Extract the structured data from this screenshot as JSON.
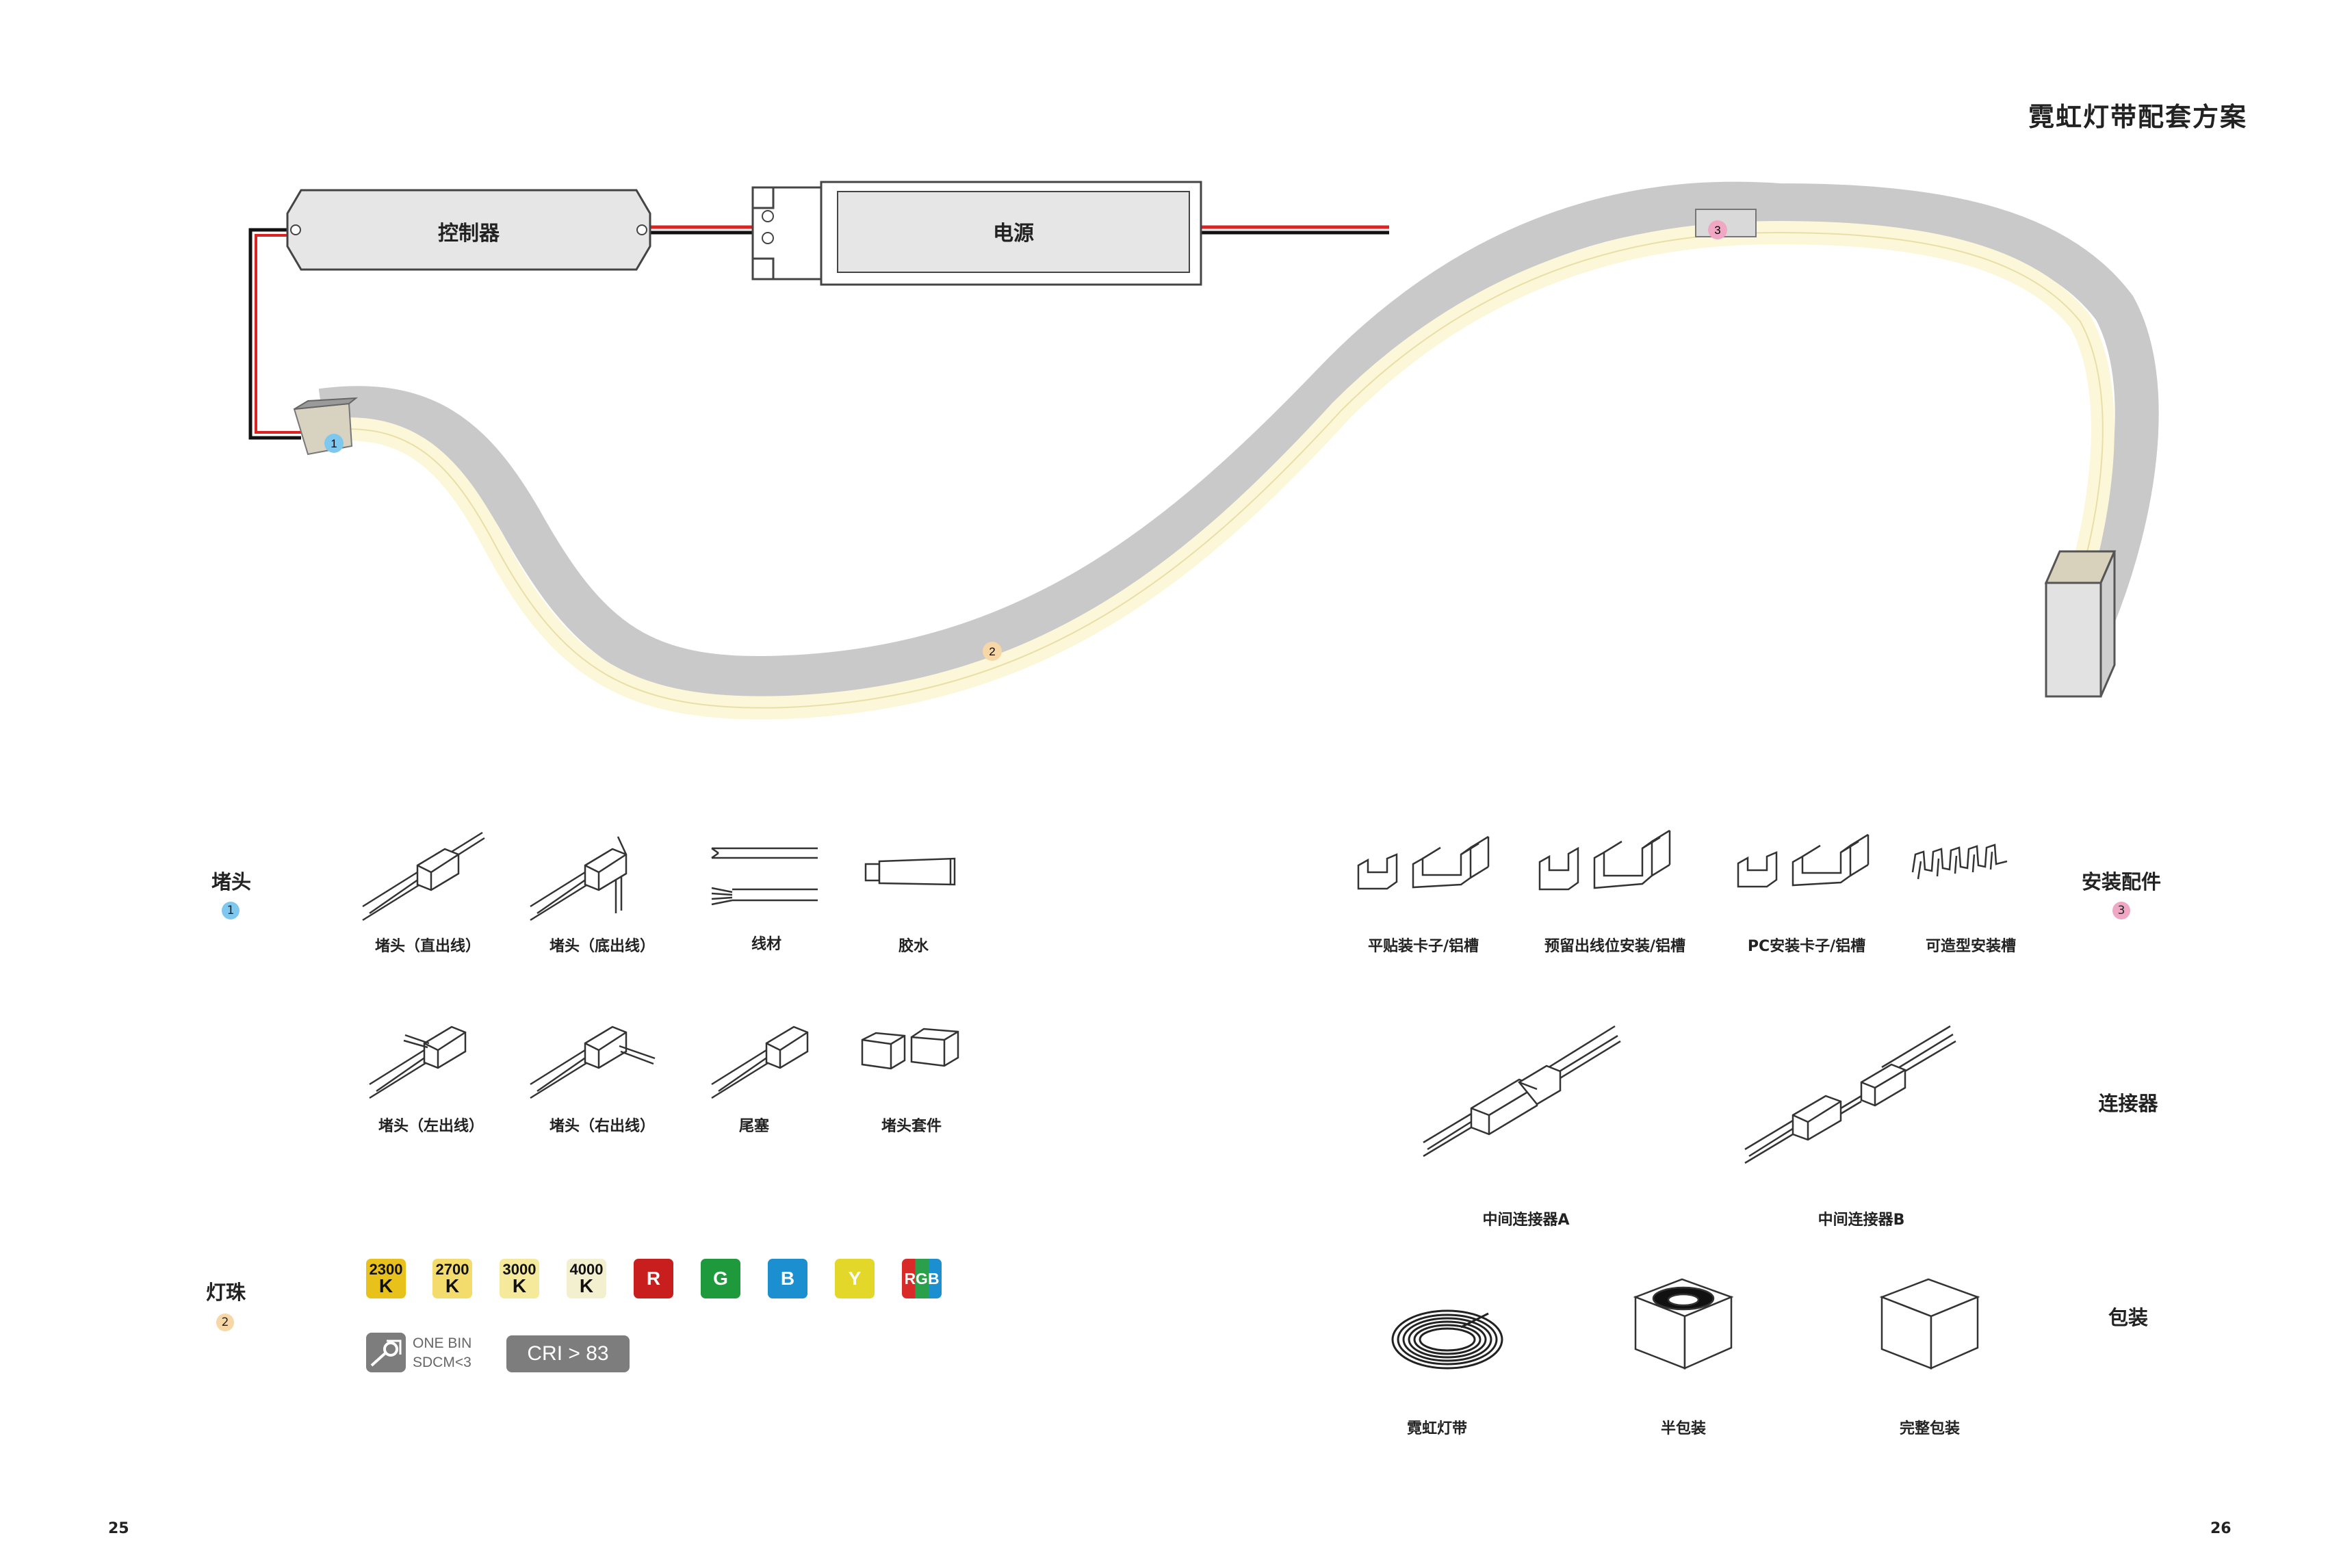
{
  "header": {
    "title": "霓虹灯带配套方案"
  },
  "pages": {
    "left": "25",
    "right": "26"
  },
  "diagram": {
    "controller_label": "控制器",
    "power_label": "电源",
    "markers": [
      "1",
      "2",
      "3"
    ]
  },
  "sections": {
    "endcap": {
      "title": "堵头",
      "badge": "1"
    },
    "led": {
      "title": "灯珠",
      "badge": "2"
    },
    "mounting": {
      "title": "安装配件",
      "badge": "3"
    },
    "connector": {
      "title": "连接器"
    },
    "package": {
      "title": "包装"
    }
  },
  "endcap_items": [
    {
      "label": "堵头（直出线）",
      "icon": "endcap-straight-icon"
    },
    {
      "label": "堵头（底出线）",
      "icon": "endcap-bottom-icon"
    },
    {
      "label": "线材",
      "icon": "wire-icon"
    },
    {
      "label": "胶水",
      "icon": "glue-tube-icon"
    },
    {
      "label": "堵头（左出线）",
      "icon": "endcap-left-icon"
    },
    {
      "label": "堵头（右出线）",
      "icon": "endcap-right-icon"
    },
    {
      "label": "尾塞",
      "icon": "tail-plug-icon"
    },
    {
      "label": "堵头套件",
      "icon": "endcap-kit-icon"
    }
  ],
  "led_colors": [
    {
      "top": "2300",
      "bottom": "K",
      "color": "#e8c21a",
      "text_color": "#111111"
    },
    {
      "top": "2700",
      "bottom": "K",
      "color": "#f3dc6c",
      "text_color": "#111111"
    },
    {
      "top": "3000",
      "bottom": "K",
      "color": "#f5ea9c",
      "text_color": "#111111"
    },
    {
      "top": "4000",
      "bottom": "K",
      "color": "#f3f0cf",
      "text_color": "#111111"
    },
    {
      "top": "R",
      "color": "#c81e1e",
      "text_color": "#ffffff"
    },
    {
      "top": "G",
      "color": "#1e9a3c",
      "text_color": "#ffffff"
    },
    {
      "top": "B",
      "color": "#1c8fd0",
      "text_color": "#ffffff"
    },
    {
      "top": "Y",
      "color": "#e3d82a",
      "text_color": "#ffffff"
    },
    {
      "top": "RGB",
      "color": "#d92a2a",
      "text_color": "#ffffff"
    }
  ],
  "led_specs": {
    "onebin_line1": "ONE BIN",
    "onebin_line2": "SDCM<3",
    "cri": "CRI > 83"
  },
  "mounting_items": [
    {
      "label": "平贴装卡子/铝槽",
      "icon": "flat-clip-channel-icon"
    },
    {
      "label": "预留出线位安装/铝槽",
      "icon": "reserved-outlet-channel-icon"
    },
    {
      "label": "PC安装卡子/铝槽",
      "icon": "pc-clip-channel-icon"
    },
    {
      "label": "可造型安装槽",
      "icon": "shapeable-channel-icon"
    }
  ],
  "connector_items": [
    {
      "label": "中间连接器A",
      "icon": "middle-connector-a-icon"
    },
    {
      "label": "中间连接器B",
      "icon": "middle-connector-b-icon"
    }
  ],
  "package_items": [
    {
      "label": "霓虹灯带",
      "icon": "coiled-neon-strip-icon"
    },
    {
      "label": "半包装",
      "icon": "half-package-icon"
    },
    {
      "label": "完整包装",
      "icon": "full-package-icon"
    }
  ]
}
